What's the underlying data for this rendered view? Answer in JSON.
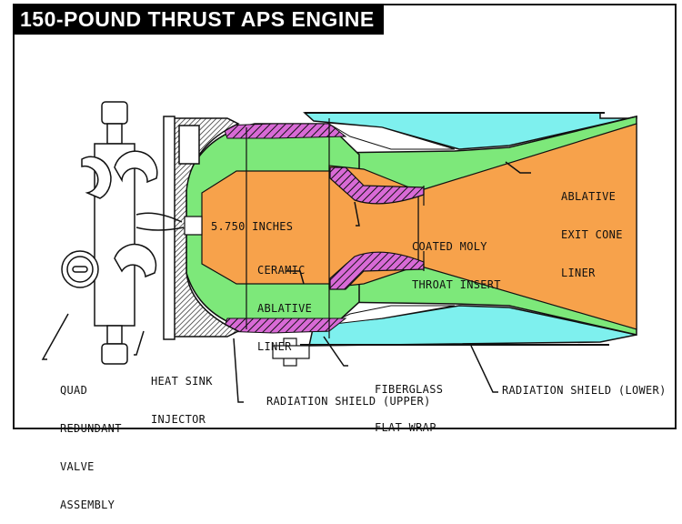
{
  "title": "150-POUND THRUST APS ENGINE",
  "colors": {
    "combustion_orange": "#f7a24b",
    "liner_green": "#7de87a",
    "moly_magenta": "#d86ad6",
    "shield_cyan": "#7ef0ee",
    "line_black": "#111111"
  },
  "labels": {
    "dimension": "5.750 INCHES",
    "ceramic_liner": [
      "CERAMIC",
      "ABLATIVE",
      "LINER"
    ],
    "moly_insert": [
      "COATED MOLY",
      "THROAT INSERT"
    ],
    "exit_cone_liner": [
      "ABLATIVE",
      "EXIT CONE",
      "LINER"
    ],
    "valve_assembly": [
      "QUAD",
      "REDUNDANT",
      "VALVE",
      "ASSEMBLY"
    ],
    "injector": [
      "HEAT SINK",
      "INJECTOR"
    ],
    "fiberglass": [
      "FIBERGLASS",
      "FLAT WRAP"
    ],
    "shield_upper": "RADIATION SHIELD (UPPER)",
    "shield_lower": "RADIATION SHIELD (LOWER)"
  }
}
